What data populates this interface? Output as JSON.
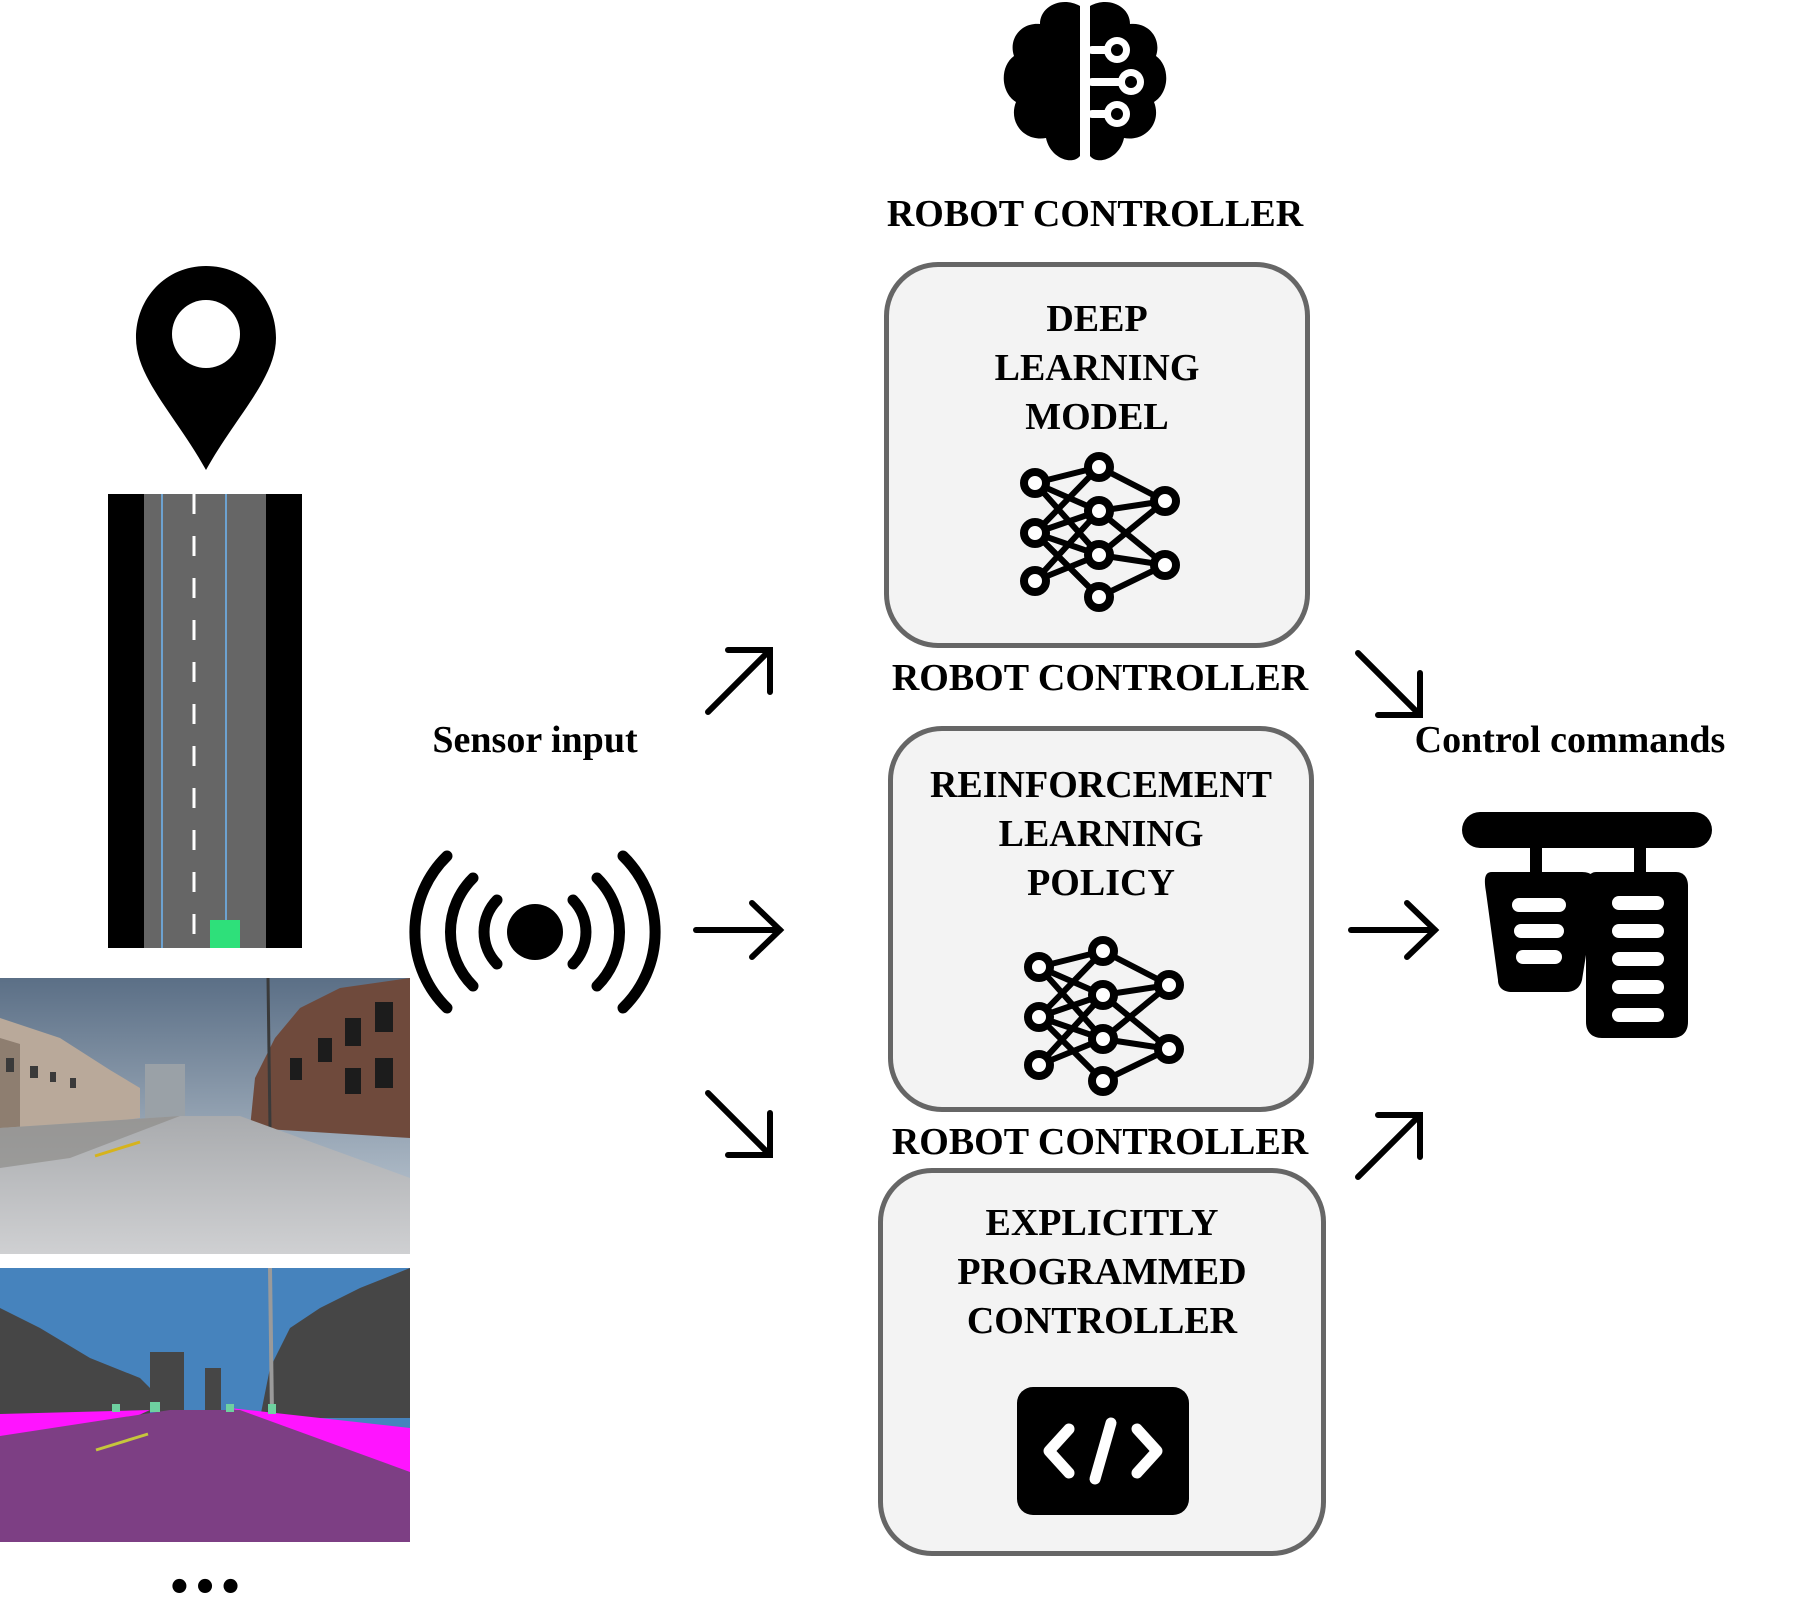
{
  "header": {
    "top_label": "ROBOT CONTROLLER"
  },
  "sensor": {
    "label": "Sensor input",
    "more": "•••"
  },
  "output": {
    "label": "Control commands"
  },
  "controllers": [
    {
      "above_label": "",
      "title_lines": [
        "DEEP",
        "LEARNING",
        "MODEL"
      ],
      "icon": "neural-network-icon"
    },
    {
      "above_label": "ROBOT CONTROLLER",
      "title_lines": [
        "REINFORCEMENT",
        "LEARNING",
        "POLICY"
      ],
      "icon": "neural-network-icon"
    },
    {
      "above_label": "ROBOT CONTROLLER",
      "title_lines": [
        "EXPLICITLY",
        "PROGRAMMED",
        "CONTROLLER"
      ],
      "icon": "code-icon"
    }
  ],
  "icons": [
    "brain-icon",
    "location-pin-icon",
    "radio-waves-icon",
    "pedals-icon"
  ],
  "colors": {
    "box_fill": "#f3f3f3",
    "box_border": "#666666",
    "sky": "#4683bd",
    "road_seg": "#7d3f84",
    "sidewalk_seg": "#ff14ff",
    "vehicle_marker": "#2ee07a"
  }
}
